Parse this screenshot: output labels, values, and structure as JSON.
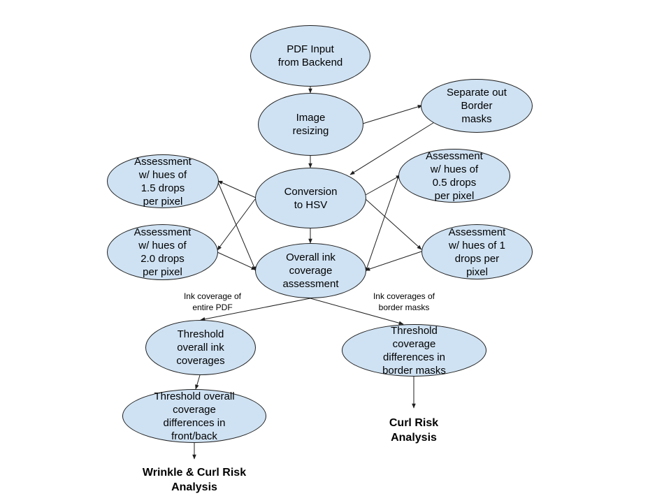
{
  "colors": {
    "node_fill": "#cfe2f3",
    "stroke": "#1f1f1f",
    "text": "#000000"
  },
  "nodes": {
    "pdf_input": "PDF Input\nfrom Backend",
    "image_resizing": "Image\nresizing",
    "separate_border": "Separate out\nBorder\nmasks",
    "assess_15": "Assessment\nw/ hues of\n1.5 drops\nper pixel",
    "convert_hsv": "Conversion\nto HSV",
    "assess_05": "Assessment\nw/ hues of\n0.5 drops\nper pixel",
    "assess_20": "Assessment\nw/ hues of\n2.0 drops\nper pixel",
    "overall_ink": "Overall ink\ncoverage\nassessment",
    "assess_1": "Assessment\nw/ hues of 1\ndrops per\npixel",
    "threshold_overall": "Threshold\noverall ink\ncoverages",
    "threshold_border": "Threshold\ncoverage\ndifferences in\nborder masks",
    "threshold_frontback": "Threshold overall\ncoverage\ndifferences in\nfront/back"
  },
  "edge_labels": {
    "entire_pdf": "Ink coverage of\nentire PDF",
    "border_masks": "Ink coverages of\nborder masks"
  },
  "outcomes": {
    "wrinkle_curl": "Wrinkle & Curl Risk\nAnalysis",
    "curl": "Curl Risk\nAnalysis"
  }
}
